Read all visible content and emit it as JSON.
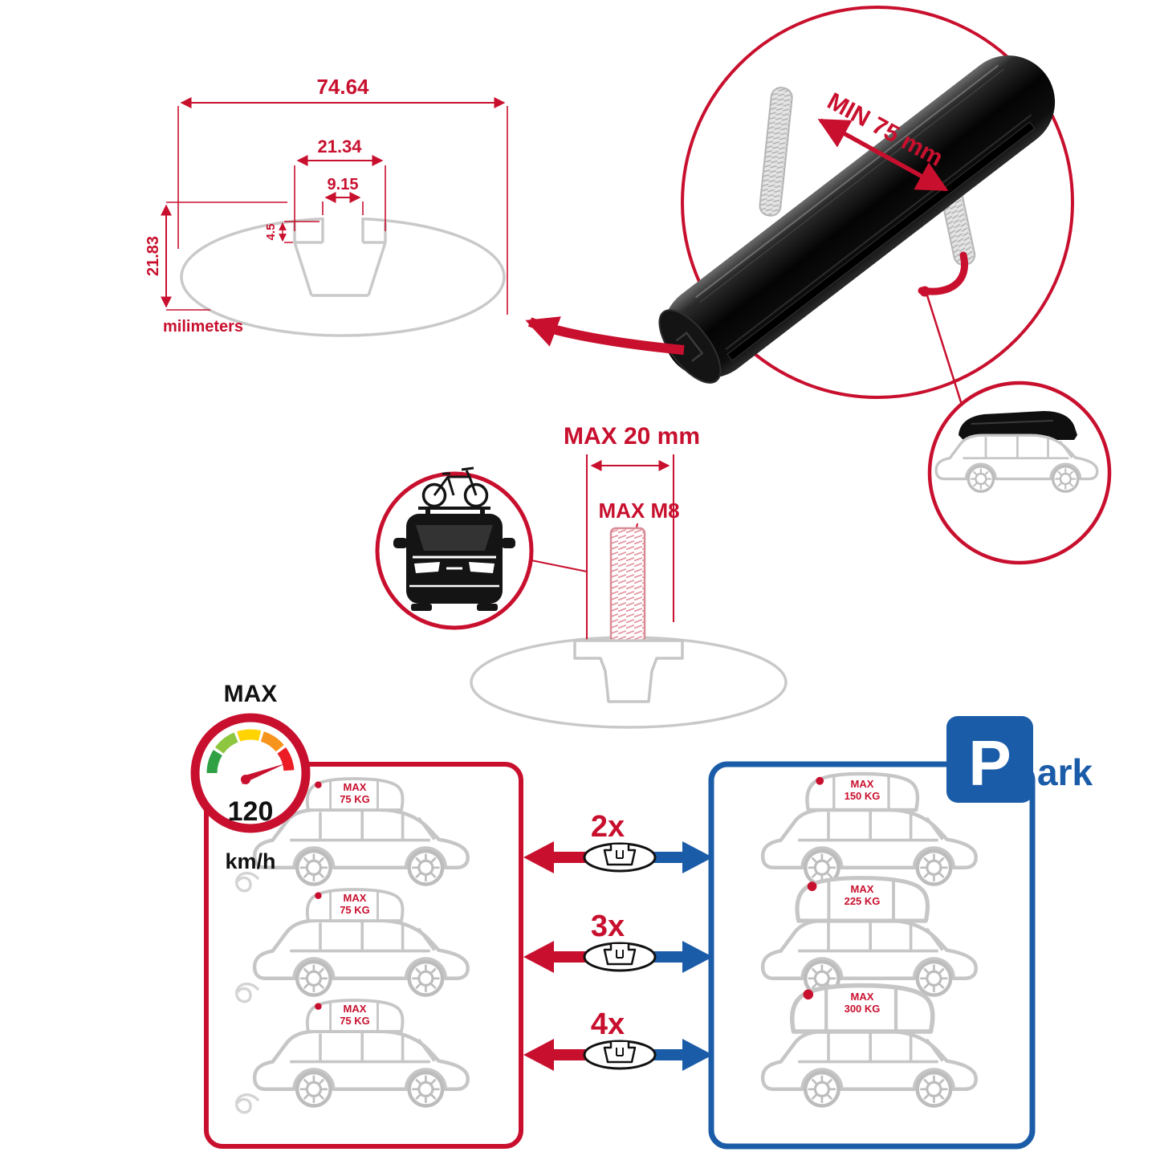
{
  "colors": {
    "accent_red": "#C8102E",
    "accent_blue": "#1B5CA8",
    "line_gray": "#C9C9C9",
    "ink_black": "#111111"
  },
  "profile_dimensions": {
    "total_width": "74.64",
    "channel_width": "21.34",
    "slot_width": "9.15",
    "slot_depth": "4.5",
    "total_height": "21.83",
    "units_label": "milimeters"
  },
  "bar_detail": {
    "min_spacing_label": "MIN 75 mm"
  },
  "bolt_spec": {
    "max_length_label": "MAX 20 mm",
    "max_thread_label": "MAX M8"
  },
  "speed_limit": {
    "label": "MAX",
    "value": "120",
    "units": "km/h"
  },
  "parking_sign": {
    "letter": "P",
    "suffix": "ark"
  },
  "capacity_rows": [
    {
      "multiplier": "2x",
      "moving": {
        "label": "MAX",
        "value": "75 KG"
      },
      "parked": {
        "label": "MAX",
        "value": "150 KG"
      }
    },
    {
      "multiplier": "3x",
      "moving": {
        "label": "MAX",
        "value": "75 KG"
      },
      "parked": {
        "label": "MAX",
        "value": "225 KG"
      }
    },
    {
      "multiplier": "4x",
      "moving": {
        "label": "MAX",
        "value": "75 KG"
      },
      "parked": {
        "label": "MAX",
        "value": "300 KG"
      }
    }
  ]
}
